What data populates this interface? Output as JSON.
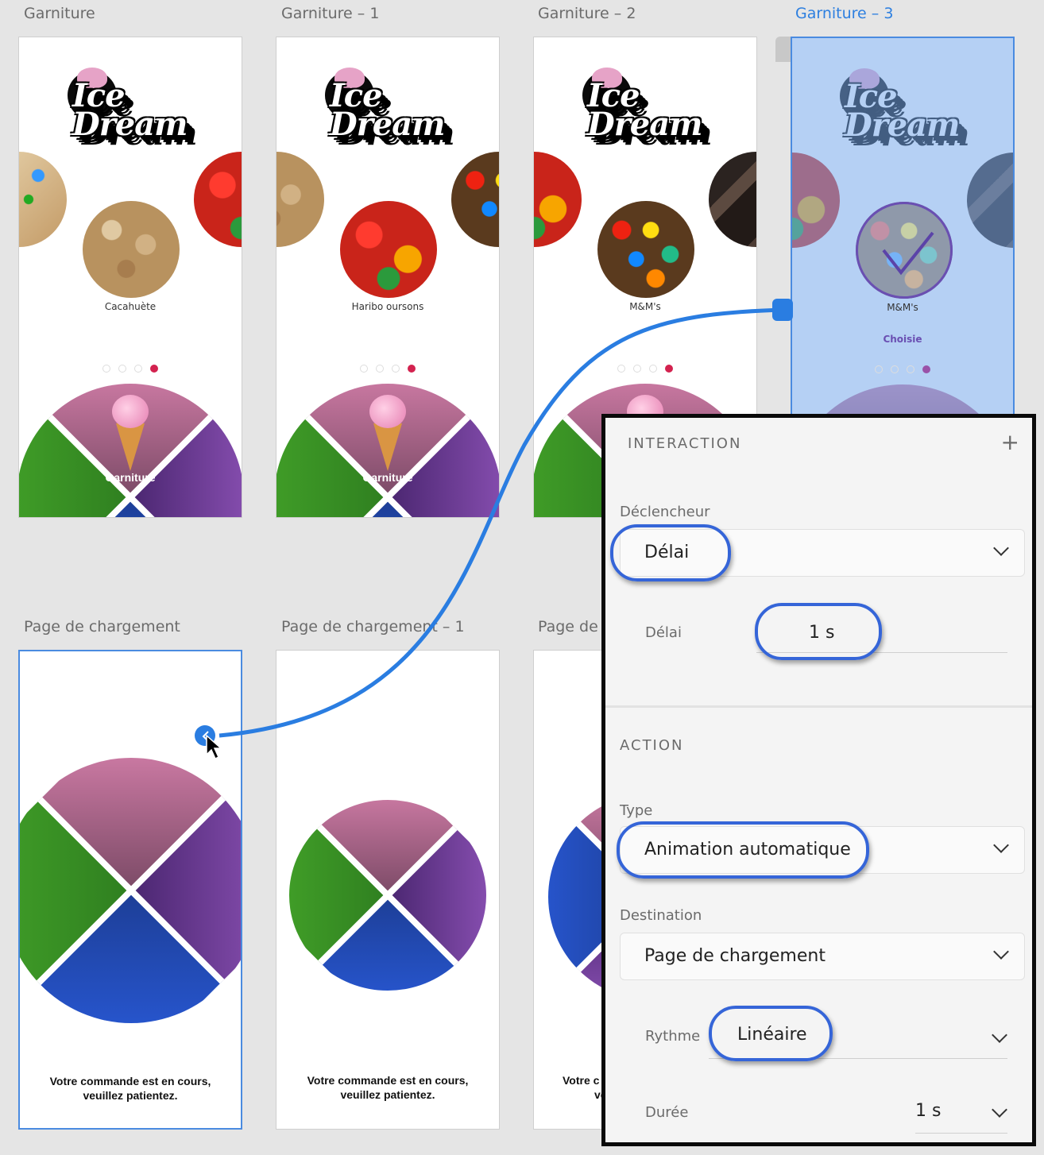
{
  "artboards_top": [
    {
      "label": "Garniture",
      "topping": "Cacahuète"
    },
    {
      "label": "Garniture – 1",
      "topping": "Haribo oursons"
    },
    {
      "label": "Garniture – 2",
      "topping": "M&M's"
    },
    {
      "label": "Garniture – 3",
      "topping": "M&M's",
      "chosen": "Choisie"
    }
  ],
  "logo_text": "Ice Dream",
  "wheel_label": "Garniture",
  "artboards_bottom": [
    {
      "label": "Page de chargement",
      "message_line1": "Votre commande est en cours,",
      "message_line2": "veuillez patientez."
    },
    {
      "label": "Page de chargement – 1",
      "message_line1": "Votre commande est en cours,",
      "message_line2": "veuillez patientez."
    },
    {
      "label": "Page de",
      "message_line1": "Votre c",
      "message_line2": "ve"
    }
  ],
  "panel": {
    "interaction_title": "INTERACTION",
    "add_icon": "+",
    "trigger_label": "Déclencheur",
    "trigger_value": "Délai",
    "delay_label": "Délai",
    "delay_value": "1 s",
    "action_title": "ACTION",
    "type_label": "Type",
    "type_value": "Animation automatique",
    "destination_label": "Destination",
    "destination_value": "Page de chargement",
    "easing_label": "Rythme",
    "easing_value": "Linéaire",
    "duration_label": "Durée",
    "duration_value": "1 s"
  },
  "colors": {
    "accent": "#2d7fe0",
    "highlight": "#3565d8",
    "dot_active": "#d3224f",
    "chosen": "#6a4fb2"
  }
}
